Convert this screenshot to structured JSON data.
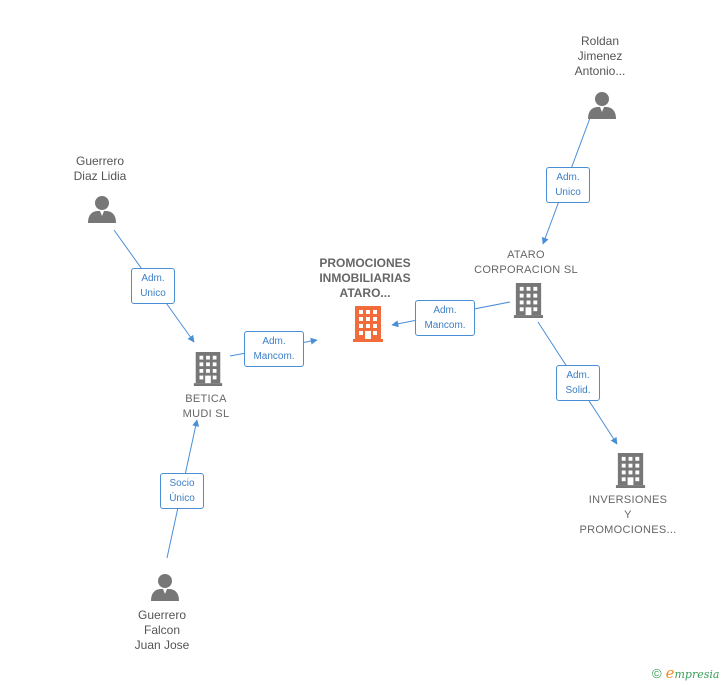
{
  "nodes": {
    "roldan": {
      "line1": "Roldan",
      "line2": "Jimenez",
      "line3": "Antonio..."
    },
    "guerrero_diaz": {
      "line1": "Guerrero",
      "line2": "Diaz Lidia"
    },
    "guerrero_falcon": {
      "line1": "Guerrero",
      "line2": "Falcon",
      "line3": "Juan Jose"
    },
    "promociones": {
      "line1": "PROMOCIONES",
      "line2": "INMOBILIARIAS",
      "line3": "ATARO..."
    },
    "ataro": {
      "line1": "ATARO",
      "line2": "CORPORACION SL"
    },
    "betica": {
      "line1": "BETICA",
      "line2": "MUDI SL"
    },
    "inversiones": {
      "line1": "INVERSIONES",
      "line2": "Y",
      "line3": "PROMOCIONES..."
    }
  },
  "edges": {
    "roldan_ataro": {
      "line1": "Adm.",
      "line2": "Unico"
    },
    "guerrero_betica": {
      "line1": "Adm.",
      "line2": "Unico"
    },
    "betica_promociones": {
      "line1": "Adm.",
      "line2": "Mancom."
    },
    "ataro_promociones": {
      "line1": "Adm.",
      "line2": "Mancom."
    },
    "ataro_inversiones": {
      "line1": "Adm.",
      "line2": "Solid."
    },
    "falcon_betica": {
      "line1": "Socio",
      "line2": "Único"
    }
  },
  "footer": {
    "copyright": "©",
    "brand_initial": "e",
    "brand_rest": "mpresia"
  },
  "colors": {
    "edge": "#4a8fd6",
    "person": "#777777",
    "company": "#777777",
    "main_company": "#f26b3a"
  }
}
